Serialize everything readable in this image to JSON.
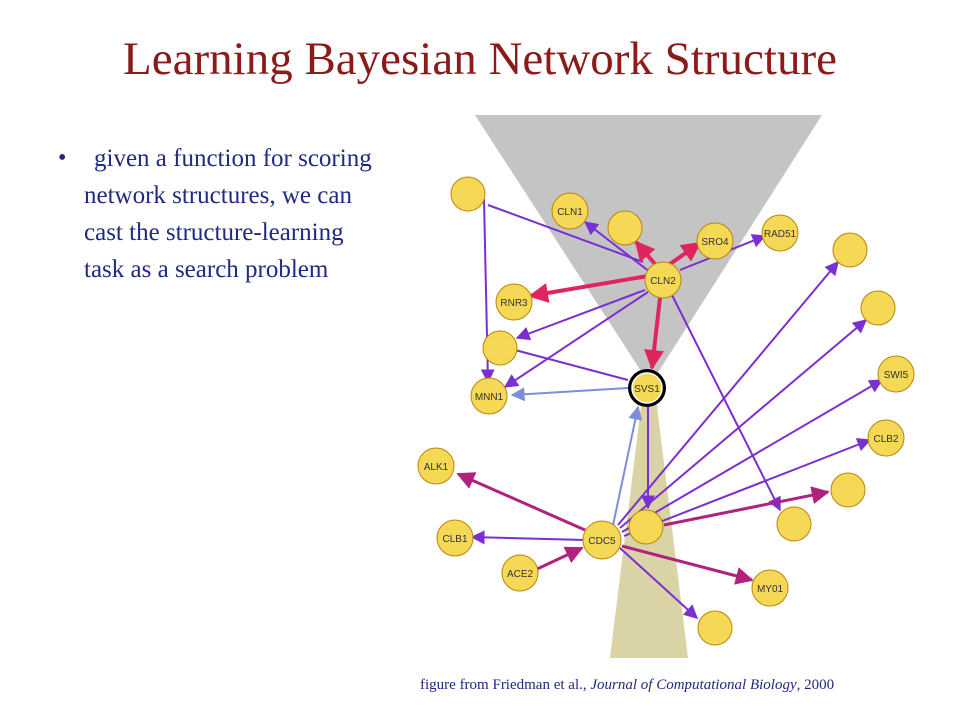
{
  "slide": {
    "title": "Learning Bayesian Network Structure",
    "bullet_lines": [
      "given a function for scoring",
      "network structures, we can",
      "cast the structure-learning",
      "task as a search problem"
    ],
    "caption_prefix": "figure from Friedman et al., ",
    "caption_journal": "Journal of Computational Biology",
    "caption_suffix": ", 2000"
  },
  "diagram": {
    "nodes": [
      {
        "id": "CLN1",
        "label": "CLN1"
      },
      {
        "id": "SRO4",
        "label": "SRO4"
      },
      {
        "id": "RAD51",
        "label": "RAD51"
      },
      {
        "id": "CLN2",
        "label": "CLN2"
      },
      {
        "id": "RNR3",
        "label": "RNR3"
      },
      {
        "id": "SVS1",
        "label": "SVS1"
      },
      {
        "id": "MNN1",
        "label": "MNN1"
      },
      {
        "id": "SWI5",
        "label": "SWI5"
      },
      {
        "id": "CLB2",
        "label": "CLB2"
      },
      {
        "id": "ALK1",
        "label": "ALK1"
      },
      {
        "id": "CLB1",
        "label": "CLB1"
      },
      {
        "id": "CDC5",
        "label": "CDC5"
      },
      {
        "id": "ACE2",
        "label": "ACE2"
      },
      {
        "id": "MYO1",
        "label": "MY01"
      }
    ],
    "colors": {
      "node_fill": "#f5d856",
      "node_stroke": "#b8860b",
      "upper_cone": "#c4c4c4",
      "lower_cone": "#d9d3a5",
      "edge_purple": "#7a2fd0",
      "edge_red": "#e0245e",
      "edge_magenta": "#b0227e",
      "edge_blue": "#7a8fd8"
    }
  }
}
